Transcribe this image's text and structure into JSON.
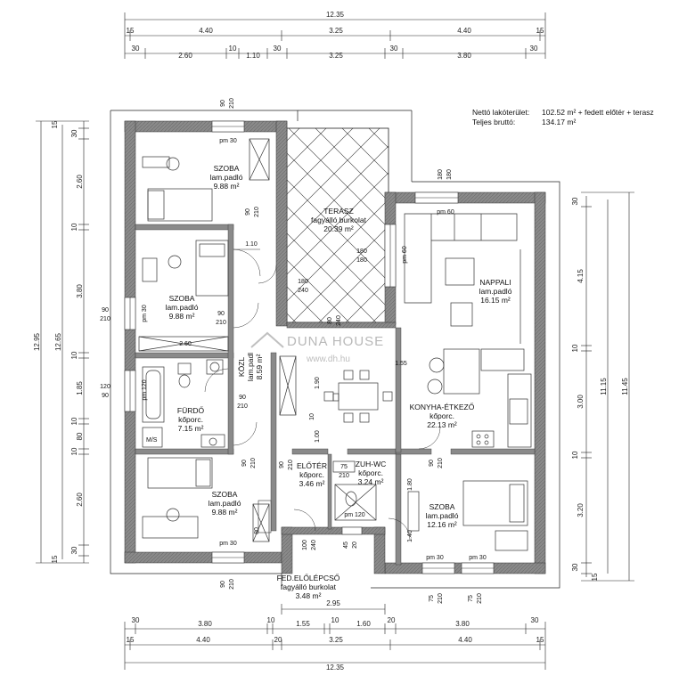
{
  "summary": {
    "net_label": "Nettó lakóterület:",
    "net_value": "102.52 m² + fedett előtér + terasz",
    "gross_label": "Teljes bruttó:",
    "gross_value": "134.17 m²"
  },
  "watermark": {
    "brand": "DUNA HOUSE",
    "url": "www.dh.hu"
  },
  "rooms": [
    {
      "name": "SZOBA",
      "floor": "lam.padló",
      "area": "9.88 m²"
    },
    {
      "name": "SZOBA",
      "floor": "lam.padló",
      "area": "9.88 m²"
    },
    {
      "name": "FÜRDŐ",
      "floor": "kőporc.",
      "area": "7.15 m²"
    },
    {
      "name": "SZOBA",
      "floor": "lam.padló",
      "area": "9.88 m²"
    },
    {
      "name": "KÖZL",
      "floor": "lam.padl",
      "area": "8.59 m²"
    },
    {
      "name": "TERASZ",
      "floor": "fagyálló burkolat",
      "area": "20.39 m²"
    },
    {
      "name": "NAPPALI",
      "floor": "lam.padló",
      "area": "16.15 m²"
    },
    {
      "name": "KONYHA-ÉTKEZŐ",
      "floor": "kőporc.",
      "area": "22.13 m²"
    },
    {
      "name": "ELŐTÉR",
      "floor": "kőporc.",
      "area": "3.46 m²"
    },
    {
      "name": "ZUH-WC",
      "floor": "kőporc.",
      "area": "3.24 m²"
    },
    {
      "name": "SZOBA",
      "floor": "lam.padló",
      "area": "12.16 m²"
    },
    {
      "name": "FED.ELŐLÉPCSŐ",
      "floor": "fagyálló burkolat",
      "area": "3.48 m²"
    }
  ],
  "dims_top_total": "12.35",
  "dims_top_row1": [
    "15",
    "4.40",
    "3.25",
    "4.40",
    "15"
  ],
  "dims_top_row2": [
    "30",
    "2.60",
    "10",
    "1.10",
    "30",
    "3.25",
    "30",
    "3.80",
    "30"
  ],
  "dims_bottom_row1": [
    "2.95"
  ],
  "dims_bottom_row2": [
    "30",
    "3.80",
    "10",
    "1.55",
    "10",
    "1.60",
    "20",
    "3.80",
    "30"
  ],
  "dims_bottom_row3": [
    "15",
    "4.40",
    "20",
    "3.25",
    "4.40",
    "15"
  ],
  "dims_bottom_total": "12.35",
  "dims_left_total": "12.95",
  "dims_left_inner": "12.65",
  "dims_left_row": [
    "15",
    "30",
    "2.60",
    "10",
    "3.80",
    "10",
    "1.85",
    "10",
    "80",
    "10",
    "2.60",
    "30",
    "15"
  ],
  "dims_right_row": [
    "30",
    "4.15",
    "10",
    "3.00",
    "10",
    "3.20",
    "30",
    "15"
  ],
  "dims_right_inner": "11.15",
  "dims_right_total": "11.45",
  "openings": [
    "90\n210",
    "pm 30",
    "90\n210",
    "1.10",
    "90\n210",
    "pm 30",
    "120\n90",
    "pm 120",
    "2.60",
    "90\n210",
    "pm 30",
    "90\n210",
    "80\n240",
    "pm 120",
    "75\n210",
    "pm 30",
    "pm 30",
    "75\n210",
    "75\n210",
    "90\n210",
    "1.40",
    "1.80",
    "180\n180",
    "pm 60",
    "180\n180",
    "pm 60",
    "1.55",
    "1.90",
    "1.00",
    "10",
    "90\n210",
    "90\n210",
    "180\n240",
    "80\n240",
    "M/S",
    "45",
    "20",
    "100\n240",
    "80"
  ],
  "opening_pairs": [
    [
      "90",
      "210"
    ],
    [
      "90",
      "210"
    ],
    [
      "90",
      "210"
    ],
    [
      "120",
      "90"
    ],
    [
      "90",
      "210"
    ],
    [
      "90",
      "210"
    ],
    [
      "180",
      "240"
    ],
    [
      "80",
      "240"
    ],
    [
      "180",
      "180"
    ],
    [
      "180",
      "180"
    ],
    [
      "90",
      "210"
    ],
    [
      "90",
      "210"
    ],
    [
      "75",
      "210"
    ],
    [
      "90",
      "210"
    ],
    [
      "90",
      "210"
    ],
    [
      "100",
      "240"
    ],
    [
      "75",
      "210"
    ],
    [
      "75",
      "210"
    ],
    [
      "90",
      "210"
    ]
  ],
  "misc": {
    "pm30": "pm 30",
    "pm60": "pm 60",
    "pm120": "pm 120",
    "d110": "1.10",
    "d260": "2.60",
    "d155": "1.55",
    "d190": "1.90",
    "d100": "1.00",
    "d10": "10",
    "d140": "1.40",
    "d180": "1.80",
    "d80": "80",
    "d45": "45",
    "d20": "20",
    "ms": "M/S"
  }
}
